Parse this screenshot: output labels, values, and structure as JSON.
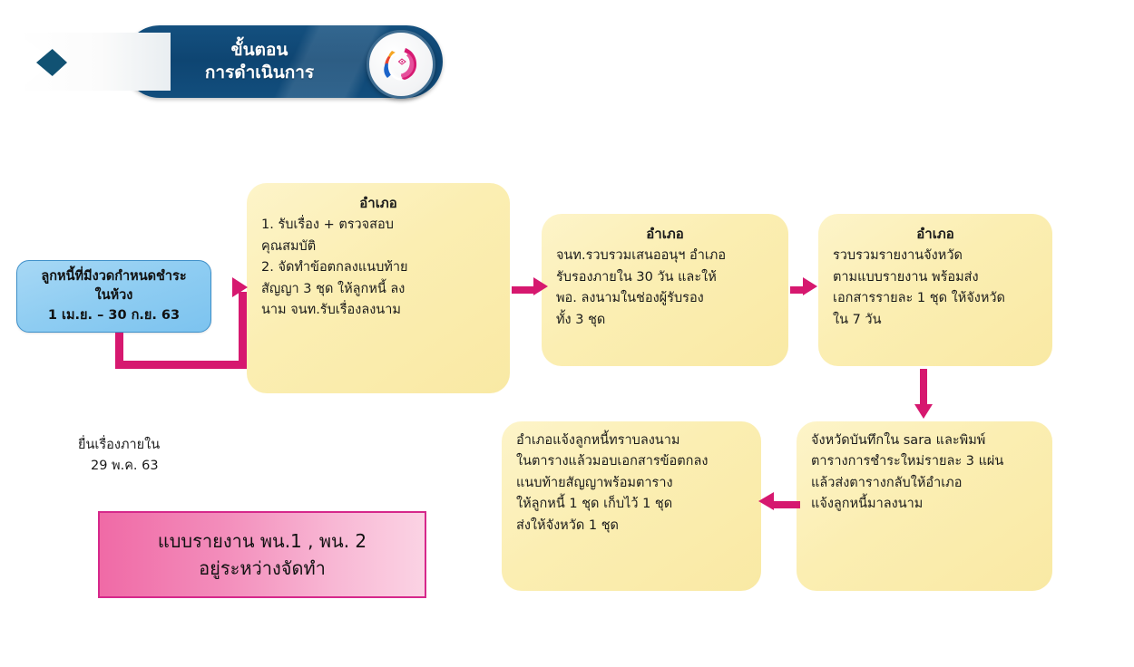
{
  "header": {
    "title_line1": "ขั้นตอน",
    "title_line2": "การดำเนินการ",
    "logo_name": "ministry-logo-icon"
  },
  "nodes": {
    "start": {
      "line1": "ลูกหนี้ที่มีงวดกำหนดชำระ",
      "line2": "ในห้วง",
      "line3": "1 เม.ย. – 30 ก.ย. 63"
    },
    "step1": {
      "title": "อำเภอ",
      "body": "1. รับเรื่อง + ตรวจสอบ\nคุณสมบัติ\n2. จัดทำข้อตกลงแนบท้าย\nสัญญา 3 ชุด ให้ลูกหนี้     ลง\nนาม จนท.รับเรื่องลงนาม"
    },
    "step2": {
      "title": "อำเภอ",
      "body": "จนท.รวบรวมเสนออนุฯ อำเภอ\nรับรองภายใน 30 วัน และให้\nพอ. ลงนามในช่องผู้รับรอง\nทั้ง 3 ชุด"
    },
    "step3": {
      "title": "อำเภอ",
      "body": "รวบรวมรายงานจังหวัด\nตามแบบรายงาน พร้อมส่ง\nเอกสารรายละ 1 ชุด ให้จังหวัด\nใน 7 วัน"
    },
    "step4": {
      "title": "",
      "body": "อำเภอแจ้งลูกหนี้ทราบลงนาม\nในตารางแล้วมอบเอกสารข้อตกลง\nแนบท้ายสัญญาพร้อมตาราง\nให้ลูกหนี้ 1 ชุด เก็บไว้ 1 ชุด\nส่งให้จังหวัด 1 ชุด"
    },
    "step5": {
      "title": "",
      "body": "จังหวัดบันทึกใน sara และพิมพ์\nตารางการชำระใหม่รายละ 3 แผ่น\nแล้วส่งตารางกลับให้อำเภอ\nแจ้งลูกหนี้มาลงนาม"
    }
  },
  "notes": {
    "deadline_line1": "ยื่นเรื่องภายใน",
    "deadline_line2": "29 พ.ค. 63"
  },
  "callout": {
    "line1": "แบบรายงาน พน.1 , พน. 2",
    "line2": "อยู่ระหว่างจัดทำ"
  },
  "colors": {
    "banner_blue": "#0e4572",
    "node_blue": "#8fcdf2",
    "node_blue_border": "#3f90c9",
    "node_yellow": "#fbeeb2",
    "arrow_magenta": "#d6186f",
    "callout_pink": "#f06aa6",
    "callout_border": "#d6288b"
  }
}
